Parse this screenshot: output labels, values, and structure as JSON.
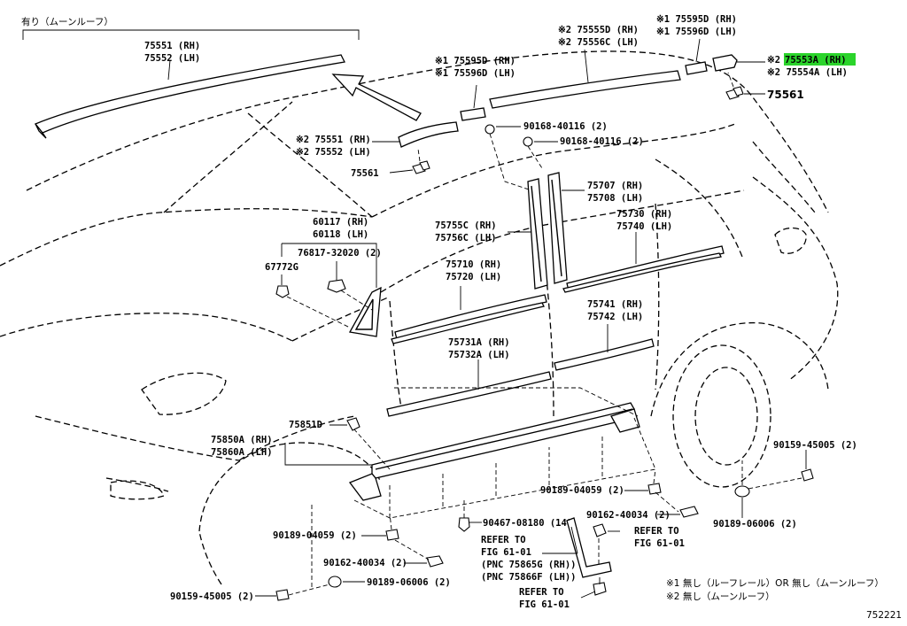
{
  "diagram_id": "752221",
  "header_note": "有り（ムーンルーフ）",
  "footnotes": [
    "※1 無し（ルーフレール）OR 無し（ムーンルーフ）",
    "※2 無し（ムーンルーフ）"
  ],
  "labels": {
    "l75551_top": "75551 (RH)",
    "l75552_top": "75552 (LH)",
    "l75551_mid": "※2 75551 (RH)",
    "l75552_mid": "※2 75552 (LH)",
    "l75561_left": "75561",
    "l75595d": "※1 75595D (RH)",
    "l75596d": "※1 75596D (LH)",
    "l75555d": "※2 75555D (RH)",
    "l75556c": "※2 75556C (LH)",
    "l75595_r": "※1 75595D (RH)",
    "l75596_r": "※1 75596D (LH)",
    "l75553a_pre": "※2 ",
    "l75553a": "75553A (RH)",
    "l75554a": "※2 75554A (LH)",
    "l75561_right": "75561",
    "l90168_a": "90168-40116 (2)",
    "l90168_b": "90168-40116 (2)",
    "l60117": "60117 (RH)",
    "l60118": "60118 (LH)",
    "l76817": "76817-32020 (2)",
    "l67772g": "67772G",
    "l75707": "75707 (RH)",
    "l75708": "75708 (LH)",
    "l75755c": "75755C (RH)",
    "l75756c": "75756C (LH)",
    "l75730": "75730 (RH)",
    "l75740": "75740 (LH)",
    "l75710": "75710 (RH)",
    "l75720": "75720 (LH)",
    "l75741": "75741 (RH)",
    "l75742": "75742 (LH)",
    "l75731a": "75731A (RH)",
    "l75732a": "75732A (LH)",
    "l75851d": "75851D",
    "l75850a": "75850A (RH)",
    "l75860a": "75860A (LH)",
    "l90159_r": "90159-45005 (2)",
    "l90189_04059_r": "90189-04059 (2)",
    "l90162_r": "90162-40034 (2)",
    "l90189_06006_r": "90189-06006 (2)",
    "l90467": "90467-08180 (14)",
    "l_refer1a": "REFER TO",
    "l_refer1b": "FIG 61-01",
    "l_refer2a": "REFER TO",
    "l_refer2b": "FIG 61-01",
    "l_pnc1": "(PNC 75865G (RH))",
    "l_pnc2": "(PNC 75866F (LH))",
    "l_refer3a": "REFER TO",
    "l_refer3b": "FIG 61-01",
    "l90189_04059_l": "90189-04059 (2)",
    "l90162_l": "90162-40034 (2)",
    "l90189_06006_l": "90189-06006 (2)",
    "l90159_l": "90159-45005 (2)"
  },
  "highlight_color": "#2bd42b"
}
